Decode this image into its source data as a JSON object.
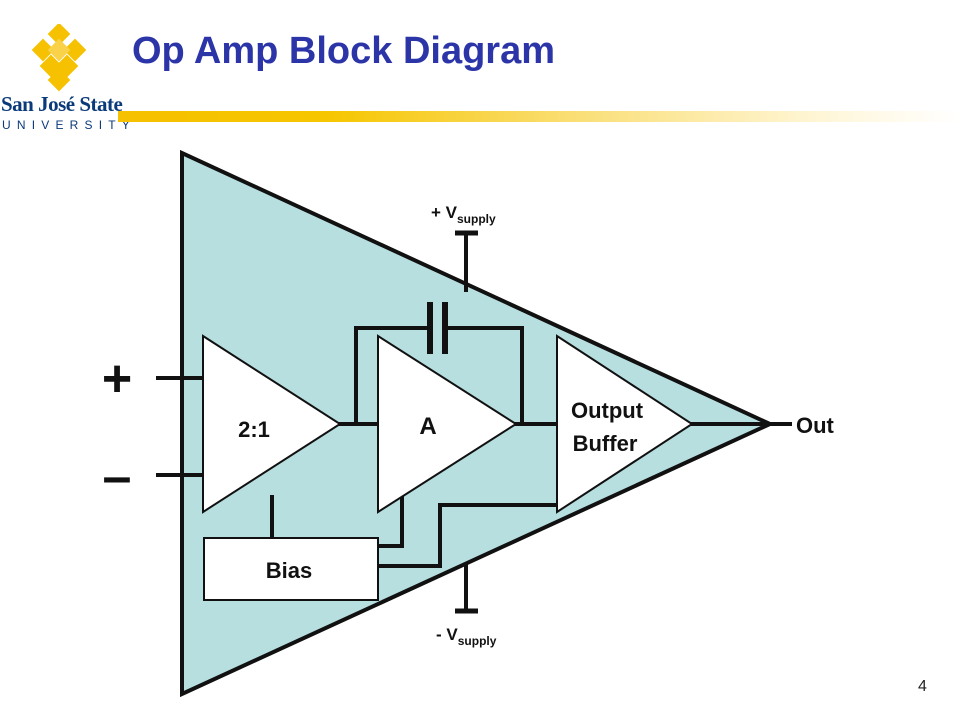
{
  "header": {
    "title": "Op Amp Block Diagram",
    "logo": {
      "name": "San José State",
      "subtitle": "UNIVERSITY"
    }
  },
  "diagram": {
    "inputs": {
      "plus": "+",
      "minus": "–"
    },
    "blocks": {
      "diff_stage": "2:1",
      "gain_stage": "A",
      "output_buffer_line1": "Output",
      "output_buffer_line2": "Buffer",
      "bias": "Bias"
    },
    "supply": {
      "positive_prefix": "+ V",
      "positive_sub": "supply",
      "negative_prefix": "- V",
      "negative_sub": "supply"
    },
    "output_label": "Out"
  },
  "footer": {
    "page_number": "4"
  },
  "colors": {
    "title": "#2c35a8",
    "logo_blue": "#0a3a7a",
    "logo_gold": "#f6c100",
    "opamp_fill": "#b8dfe0",
    "wire": "#111111"
  }
}
